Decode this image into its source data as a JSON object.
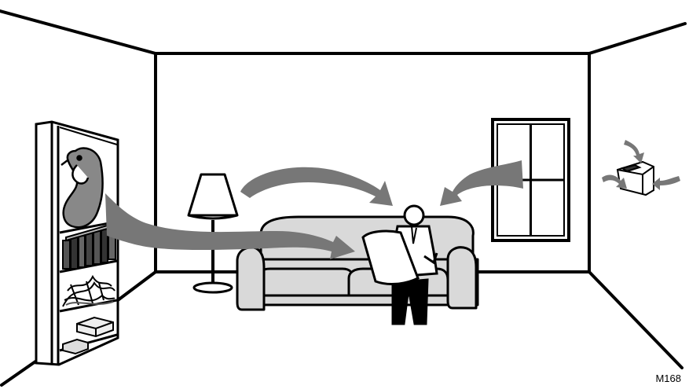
{
  "figure": {
    "code": "M168",
    "colors": {
      "line": "#000000",
      "arrow_fill": "#777777",
      "object_fill": "#d9d9d9",
      "background": "#ffffff"
    },
    "icons": [
      "room-outline",
      "bookshelf",
      "bird-sculpture",
      "floor-lamp",
      "sofa",
      "seated-person",
      "window",
      "wall-thermostat",
      "heat-flow-arrow"
    ]
  }
}
